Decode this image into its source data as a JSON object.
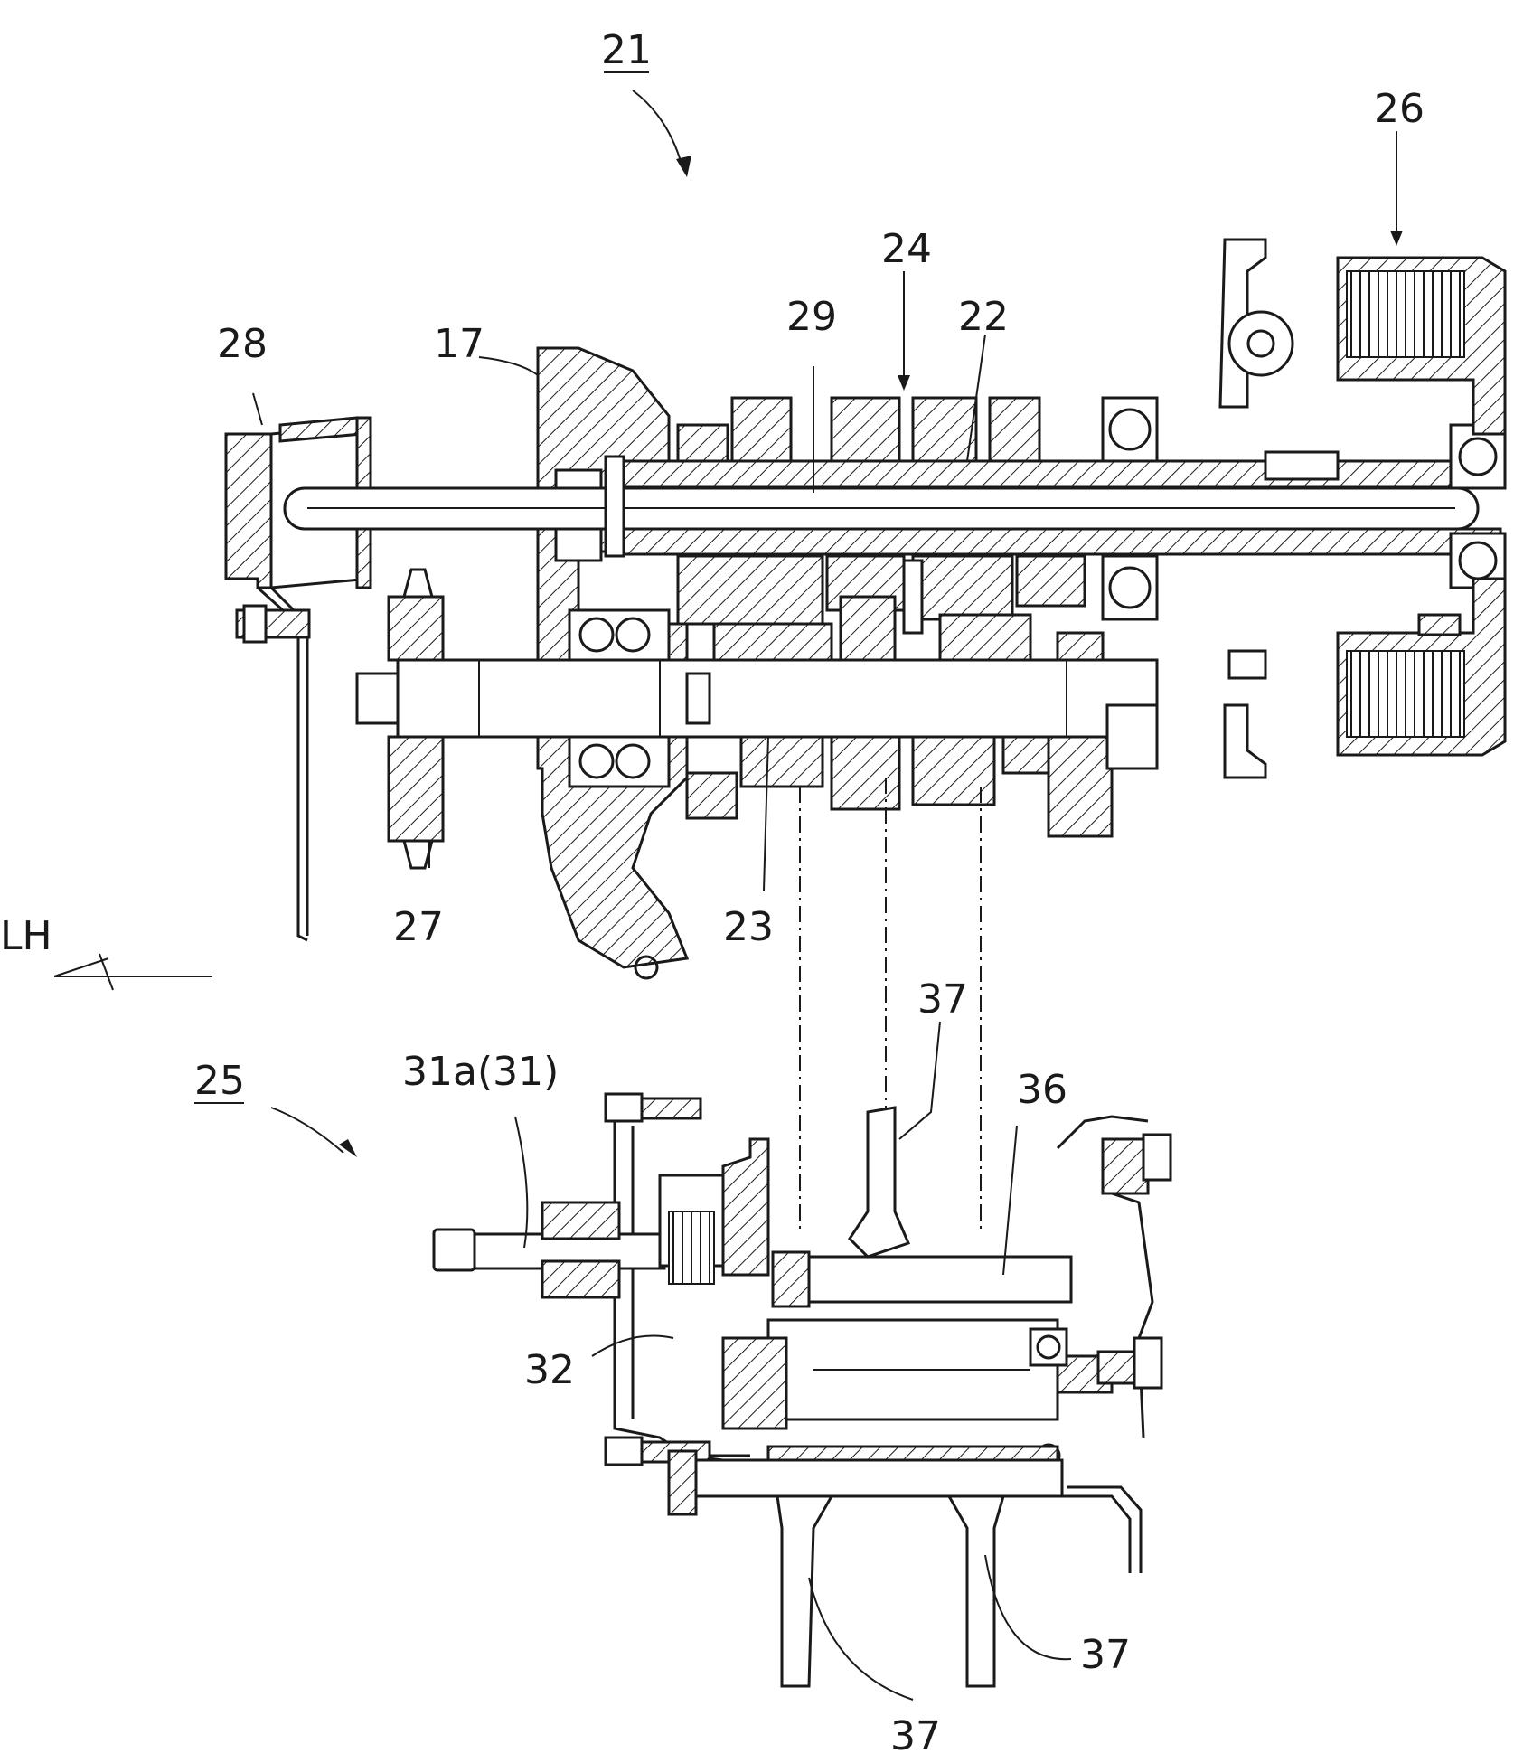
{
  "labels": {
    "assembly_21": "21",
    "clutch_26": "26",
    "shifter_24": "24",
    "shaft_29": "29",
    "main_shaft_22": "22",
    "cover_28": "28",
    "case_17": "17",
    "sprocket_27": "27",
    "counter_shaft_23": "23",
    "direction": "LH",
    "fork_37_top": "37",
    "drum_36": "36",
    "change_mech_25": "25",
    "shift_spindle": "31a(31)",
    "part_32": "32",
    "fork_37_right": "37",
    "fork_37_bottom": "37"
  },
  "colors": {
    "line": "#1a1a1a",
    "background": "#ffffff"
  }
}
